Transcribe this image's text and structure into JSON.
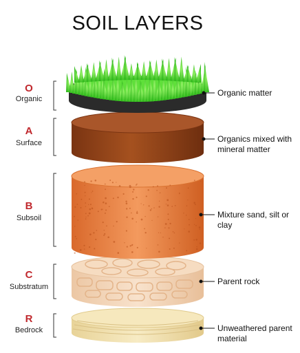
{
  "title": "SOIL LAYERS",
  "layers": [
    {
      "letter": "O",
      "name": "Organic",
      "description": "Organic matter"
    },
    {
      "letter": "A",
      "name": "Surface",
      "description": "Organics mixed with mineral matter"
    },
    {
      "letter": "B",
      "name": "Subsoil",
      "description": "Mixture sand, silt or clay"
    },
    {
      "letter": "C",
      "name": "Substratum",
      "description": "Parent rock"
    },
    {
      "letter": "R",
      "name": "Bedrock",
      "description": "Unweathered parent material"
    }
  ],
  "colors": {
    "letter": "#c0282d",
    "grass": "#4cd42a",
    "organic_base": "#2e2e2e",
    "surface": "#9a4a1c",
    "subsoil": "#e07a3c",
    "substratum": "#f3d8bd",
    "bedrock": "#f3e3b0"
  }
}
